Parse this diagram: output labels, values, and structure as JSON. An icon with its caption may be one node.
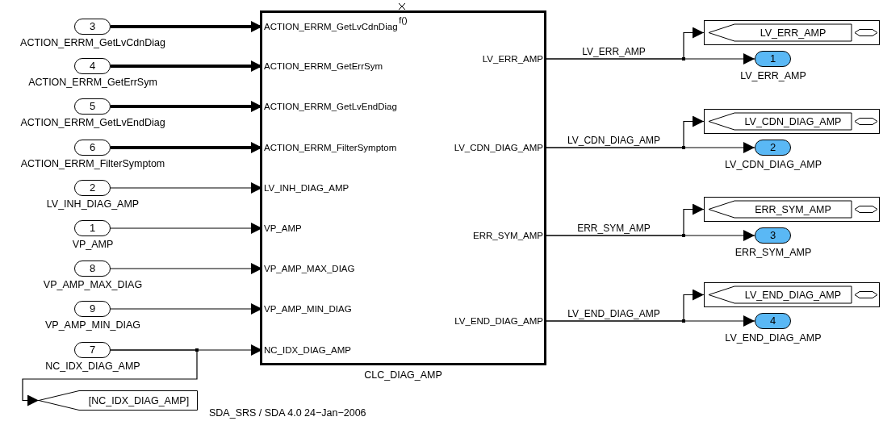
{
  "diagram": {
    "nodes": [
      {
        "text": [
          "f()",
          "CLC_DIAG_AMP"
        ]
      },
      {
        "text": [
          "ACTION_ERRM_GetLvCdnDiag"
        ],
        "in": 0
      },
      {
        "text": [
          "ACTION_ERRM_GetErrSym"
        ],
        "in": 0
      },
      {
        "text": [
          "ACTION_ERRM_GetLvEndDiag"
        ],
        "in": 0
      },
      {
        "text": [
          "ACTION_ERRM_FilterSymptom"
        ],
        "in": 0
      },
      {
        "text": [
          "LV_INH_DIAG_AMP"
        ],
        "in": 0
      },
      {
        "text": [
          "VP_AMP"
        ],
        "in": 0
      },
      {
        "text": [
          "VP_AMP_MAX_DIAG"
        ],
        "in": 0
      },
      {
        "text": [
          "VP_AMP_MIN_DIAG"
        ],
        "in": 0
      },
      {
        "text": [
          "NC_IDX_DIAG_AMP"
        ],
        "in": 0
      },
      {
        "text": [
          "LV_ERR_AMP"
        ],
        "in": 0
      },
      {
        "text": [
          "LV_CDN_DIAG_AMP"
        ],
        "in": 0
      },
      {
        "text": [
          "ERR_SYM_AMP"
        ],
        "in": 0
      },
      {
        "text": [
          "LV_END_DIAG_AMP"
        ],
        "in": 0
      },
      {
        "text": [
          "3"
        ],
        "beside": [
          "ACTION_ERRM_GetLvCdnDiag"
        ]
      },
      {
        "text": [
          "4"
        ],
        "beside": [
          "ACTION_ERRM_GetErrSym"
        ]
      },
      {
        "text": [
          "5"
        ],
        "beside": [
          "ACTION_ERRM_GetLvEndDiag"
        ]
      },
      {
        "text": [
          "6"
        ],
        "beside": [
          "ACTION_ERRM_FilterSymptom"
        ]
      },
      {
        "text": [
          "2"
        ],
        "beside": [
          "LV_INH_DIAG_AMP"
        ]
      },
      {
        "text": [
          "1"
        ],
        "beside": [
          "VP_AMP"
        ]
      },
      {
        "text": [
          "8"
        ],
        "beside": [
          "VP_AMP_MAX_DIAG"
        ]
      },
      {
        "text": [
          "9"
        ],
        "beside": [
          "VP_AMP_MIN_DIAG"
        ]
      },
      {
        "text": [
          "7"
        ],
        "beside": [
          "NC_IDX_DIAG_AMP"
        ]
      },
      {
        "text": [
          "[NC_IDX_DIAG_AMP]"
        ]
      },
      {
        "text": [
          "LV_ERR_AMP"
        ]
      },
      {
        "text": [
          "1"
        ],
        "beside": [
          "LV_ERR_AMP"
        ]
      },
      {
        "text": [
          "LV_CDN_DIAG_AMP"
        ]
      },
      {
        "text": [
          "2"
        ],
        "beside": [
          "LV_CDN_DIAG_AMP"
        ]
      },
      {
        "text": [
          "ERR_SYM_AMP"
        ]
      },
      {
        "text": [
          "3"
        ],
        "beside": [
          "ERR_SYM_AMP"
        ]
      },
      {
        "text": [
          "LV_END_DIAG_AMP"
        ]
      },
      {
        "text": [
          "4"
        ],
        "beside": [
          "LV_END_DIAG_AMP"
        ]
      }
    ],
    "edges": [
      {
        "from": 14,
        "to": 1,
        "arrow": "to",
        "style": "thick"
      },
      {
        "from": 15,
        "to": 2,
        "arrow": "to",
        "style": "thick"
      },
      {
        "from": 16,
        "to": 3,
        "arrow": "to",
        "style": "thick"
      },
      {
        "from": 17,
        "to": 4,
        "arrow": "to",
        "style": "thick"
      },
      {
        "from": 18,
        "to": 5,
        "arrow": "to"
      },
      {
        "from": 19,
        "to": 6,
        "arrow": "to"
      },
      {
        "from": 20,
        "to": 7,
        "arrow": "to"
      },
      {
        "from": 21,
        "to": 8,
        "arrow": "to"
      },
      {
        "from": 22,
        "to": 9,
        "arrow": "to"
      },
      {
        "from": 22,
        "to": 23,
        "arrow": "to"
      },
      {
        "from": 10,
        "to": 24,
        "arrow": "to"
      },
      {
        "from": 10,
        "to": 25,
        "arrow": "to",
        "label": "LV_ERR_AMP"
      },
      {
        "from": 11,
        "to": 26,
        "arrow": "to"
      },
      {
        "from": 11,
        "to": 27,
        "arrow": "to",
        "label": "LV_CDN_DIAG_AMP"
      },
      {
        "from": 12,
        "to": 28,
        "arrow": "to"
      },
      {
        "from": 12,
        "to": 29,
        "arrow": "to",
        "label": "ERR_SYM_AMP"
      },
      {
        "from": 13,
        "to": 30,
        "arrow": "to"
      },
      {
        "from": 13,
        "to": 31,
        "arrow": "to",
        "label": "LV_END_DIAG_AMP"
      }
    ],
    "labels": [
      "SDA_SRS / SDA 4.0 24−Jan−2006"
    ]
  }
}
